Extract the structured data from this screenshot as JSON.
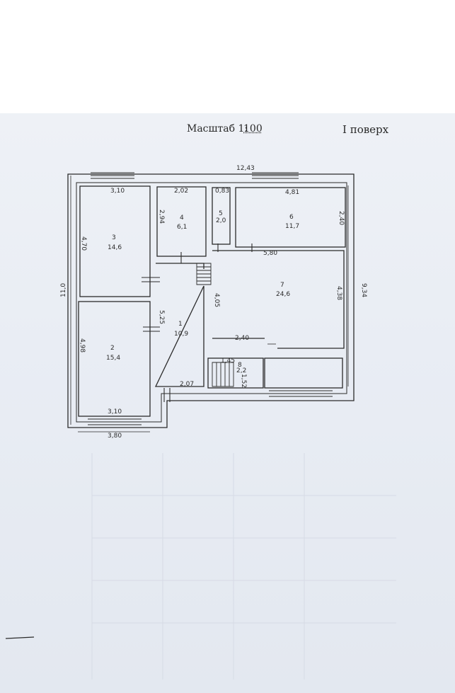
{
  "header": {
    "scale_label": "Масштаб 1:",
    "scale_value": "100",
    "floor_label": "I поверх"
  },
  "dimensions": {
    "top_overall": "12,43",
    "left_overall": "11,0",
    "right_overall": "9,34",
    "bottom_overall": "3,80"
  },
  "rooms": [
    {
      "id": "1",
      "area": "10,9",
      "labels": [
        "5,25",
        "2,07"
      ]
    },
    {
      "id": "2",
      "area": "15,4",
      "labels": [
        "4,98",
        "3,10"
      ]
    },
    {
      "id": "3",
      "area": "14,6",
      "labels": [
        "3,10",
        "4,70"
      ]
    },
    {
      "id": "4",
      "area": "6,1",
      "labels": [
        "2,02",
        "2,94"
      ]
    },
    {
      "id": "5",
      "area": "2,0",
      "labels": [
        "0,83"
      ]
    },
    {
      "id": "6",
      "area": "11,7",
      "labels": [
        "4,81",
        "2,40"
      ]
    },
    {
      "id": "7",
      "area": "24,6",
      "labels": [
        "5,80",
        "4,05",
        "4,38",
        "2,40"
      ]
    },
    {
      "id": "8",
      "area": "2,2",
      "labels": [
        "1,45",
        "1,52"
      ]
    }
  ],
  "colors": {
    "paper": "#e9edf4",
    "ink": "#2b2b2b"
  }
}
